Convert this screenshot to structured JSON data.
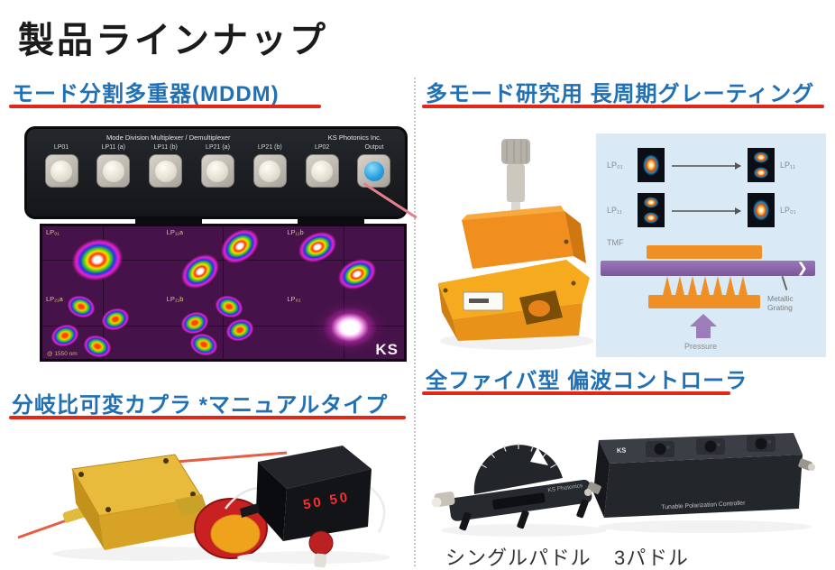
{
  "title": "製品ラインナップ",
  "sections": {
    "mddm": {
      "heading": "モード分割多重器(MDDM)",
      "panel_title": "Mode Division Multiplexer / Demultiplexer",
      "brand": "KS Photonics Inc.",
      "ports": [
        "LP01",
        "LP11 (a)",
        "LP11 (b)",
        "LP21 (a)",
        "LP21 (b)",
        "LP02",
        "Output"
      ],
      "modes": {
        "labels": [
          "LP₀₁",
          "LP₁₁a",
          "LP₁₁b",
          "LP₂₁a",
          "LP₂₁b",
          "LP₀₂"
        ],
        "footnote": "@ 1550 nm",
        "watermark": "KS"
      }
    },
    "coupler": {
      "heading": "分岐比可変カプラ *マニュアルタイプ",
      "display_value": "50 50"
    },
    "grating": {
      "heading": "多モード研究用 長周期グレーティング",
      "diagram": {
        "in1": "LP₀₁",
        "out1": "LP₁₁",
        "in2": "LP₁₁",
        "out2": "LP₀₁",
        "fiber": "TMF",
        "grating_label": "Metallic Grating",
        "pressure": "Pressure"
      }
    },
    "polarization": {
      "heading": "全ファイバ型 偏波コントローラ",
      "single_brand": "KS Photonics",
      "triple_brand": "KS",
      "triple_label": "Tunable Polarization Controller",
      "captions": [
        "シングルパドル",
        "3パドル"
      ]
    }
  },
  "colors": {
    "heading_blue": "#2170b4",
    "underline_red": "#e22617",
    "panel_blue": "#d9eaf6",
    "device_orange": "#f08f1e",
    "fiber_purple": "#8a64a8"
  }
}
